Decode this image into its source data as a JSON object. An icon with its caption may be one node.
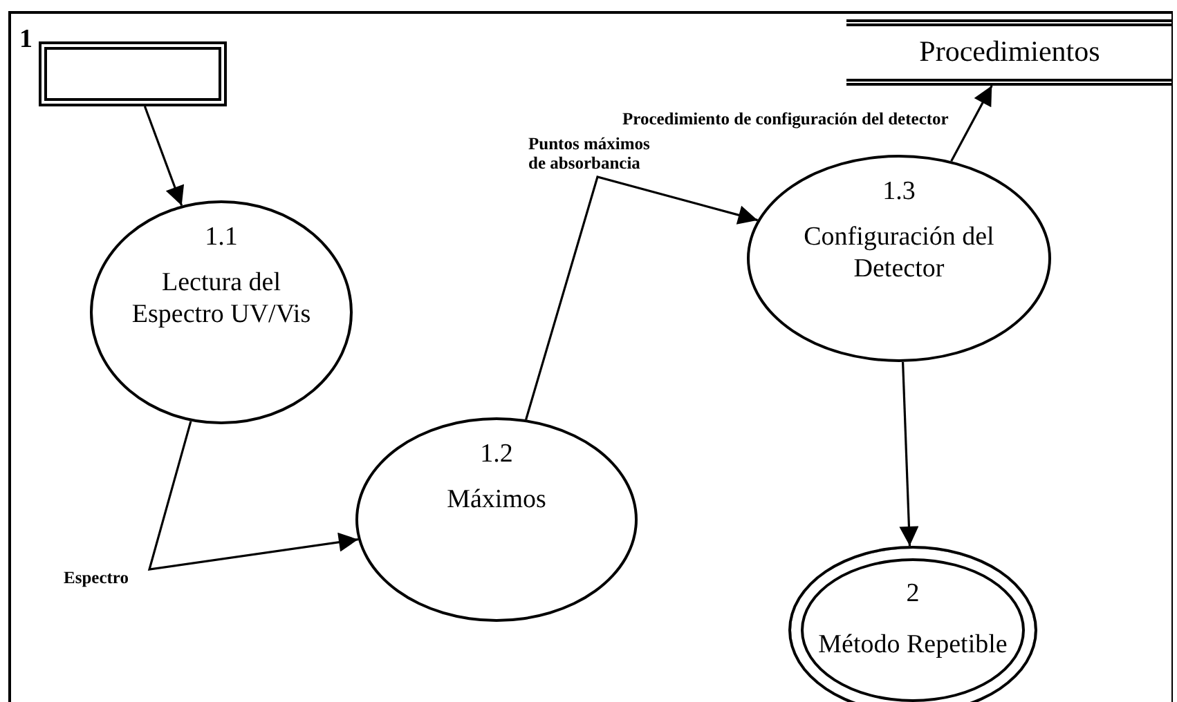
{
  "diagram": {
    "nodes": [
      {
        "text": [
          "1"
        ]
      },
      {
        "text": [],
        "shape": "box",
        "in": 0
      },
      {
        "text": [
          "1.1",
          "Lectura del Espectro UV/Vis"
        ],
        "in": 0
      },
      {
        "text": [
          "1.2",
          "Máximos"
        ],
        "in": 0
      },
      {
        "text": [
          "1.3",
          "Configuración del Detector"
        ],
        "in": 0
      },
      {
        "text": [
          "Procedimientos"
        ],
        "in": 0
      },
      {
        "text": [
          "2",
          "Método Repetible"
        ],
        "in": 0
      }
    ],
    "edges": [
      {
        "from": 1,
        "to": 2,
        "arrow": "to"
      },
      {
        "from": 2,
        "to": 3,
        "arrow": "to",
        "label": "Espectro"
      },
      {
        "from": 3,
        "to": 4,
        "arrow": "to",
        "label": "Puntos máximos de absorbancia"
      },
      {
        "from": 4,
        "to": 5,
        "arrow": "to",
        "label": "Procedimiento de configuración del detector"
      },
      {
        "from": 4,
        "to": 6,
        "arrow": "to"
      }
    ]
  }
}
